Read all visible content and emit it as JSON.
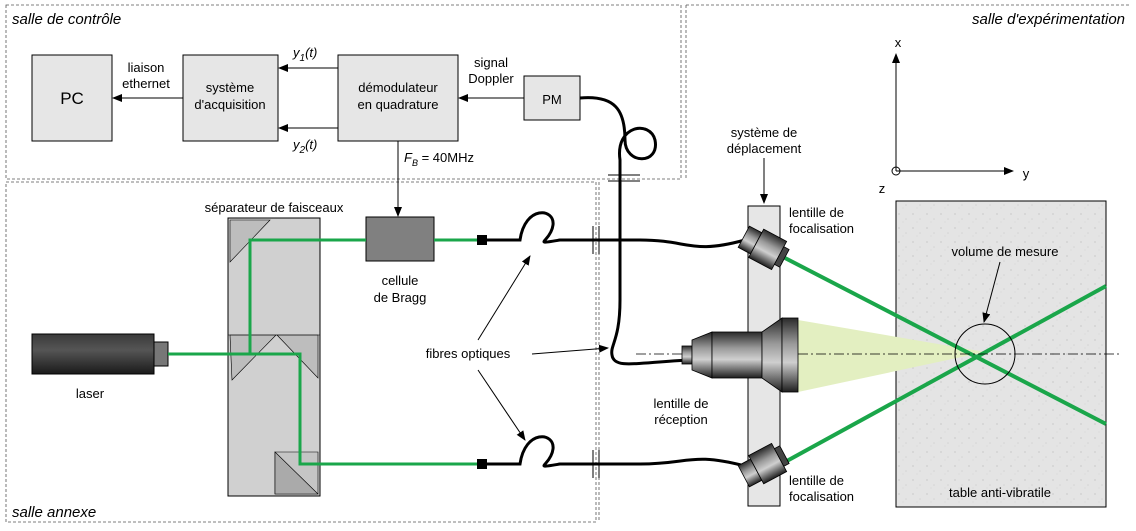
{
  "rooms": {
    "control": "salle de contrôle",
    "experiment": "salle d'expérimentation",
    "annex": "salle annexe"
  },
  "boxes": {
    "pc": "PC",
    "acquisition": [
      "système",
      "d'acquisition"
    ],
    "demodulator": [
      "démodulateur",
      "en quadrature"
    ],
    "pm": "PM"
  },
  "labels": {
    "ethernet": [
      "liaison",
      "ethernet"
    ],
    "y1": "y",
    "y1_sub": "1",
    "y1_arg": "(t)",
    "y2": "y",
    "y2_sub": "2",
    "y2_arg": "(t)",
    "doppler": [
      "signal",
      "Doppler"
    ],
    "fb": "F",
    "fb_sub": "B",
    "fb_val": " = 40MHz",
    "splitter": "séparateur de faisceaux",
    "bragg": [
      "cellule",
      "de Bragg"
    ],
    "laser": "laser",
    "fibers": "fibres optiques",
    "displacement": [
      "système de",
      "déplacement"
    ],
    "focus_top": [
      "lentille de",
      "focalisation"
    ],
    "focus_bottom": [
      "lentille de",
      "focalisation"
    ],
    "reception": [
      "lentille de",
      "réception"
    ],
    "volume": "volume de mesure",
    "table": "table anti-vibratile"
  },
  "axes": {
    "x": "x",
    "y": "y",
    "z": "z"
  },
  "colors": {
    "beam": "#1aa64a",
    "box_fill": "#e6e6e6",
    "table_fill": "#e4e4e4",
    "cone": "#e3efc1"
  }
}
